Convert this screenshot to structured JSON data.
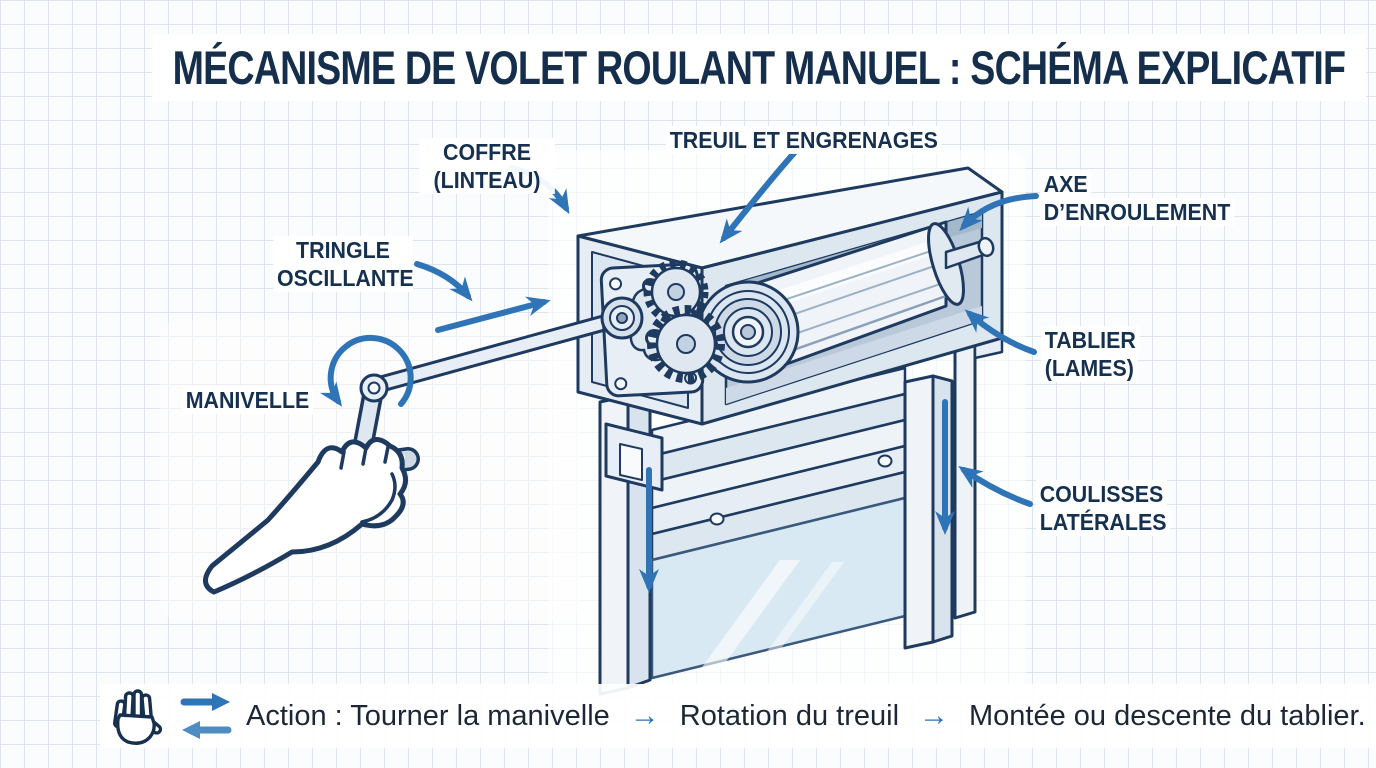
{
  "title": "MÉCANISME DE VOLET ROULANT MANUEL : SCHÉMA EXPLICATIF",
  "labels": {
    "coffre": {
      "line1": "COFFRE",
      "line2": "(LINTEAU)"
    },
    "treuil": {
      "line1": "TREUIL ET ENGRENAGES"
    },
    "axe": {
      "line1": "AXE",
      "line2": "D’ENROULEMENT"
    },
    "tringle": {
      "line1": "TRINGLE",
      "line2": "OSCILLANTE"
    },
    "manivelle": {
      "line1": "MANIVELLE"
    },
    "tablier": {
      "line1": "TABLIER",
      "line2": "(LAMES)"
    },
    "coulisses": {
      "line1": "COULISSES",
      "line2": "LATÉRALES"
    }
  },
  "action": {
    "steps": [
      "Action : Tourner la manivelle",
      "Rotation du treuil",
      "Montée ou descente du tablier."
    ],
    "arrow": "→",
    "icons": [
      "hand-icon",
      "swap-arrows-icon"
    ]
  },
  "colors": {
    "ink_navy": "#16304f",
    "accent_blue": "#2e74b6",
    "accent_blue_light": "#4e8cc2",
    "grid_line": "#dde4ed",
    "paper": "#fbfcfd",
    "glass": "#d9e9f3"
  }
}
